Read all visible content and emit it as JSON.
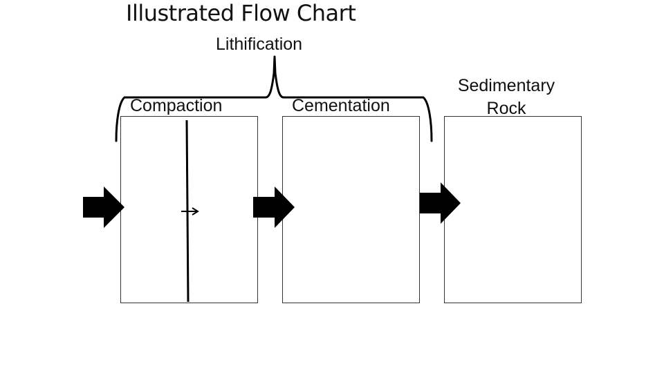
{
  "title": "Illustrated Flow Chart",
  "group": {
    "label": "Lithification"
  },
  "steps": [
    {
      "label": "Compaction"
    },
    {
      "label": "Cementation"
    },
    {
      "label_line1": "Sedimentary",
      "label_line2": "Rock"
    }
  ],
  "colors": {
    "ink": "#000000",
    "border": "#333333",
    "background": "#ffffff"
  },
  "icons": [
    "right-arrow-icon"
  ]
}
